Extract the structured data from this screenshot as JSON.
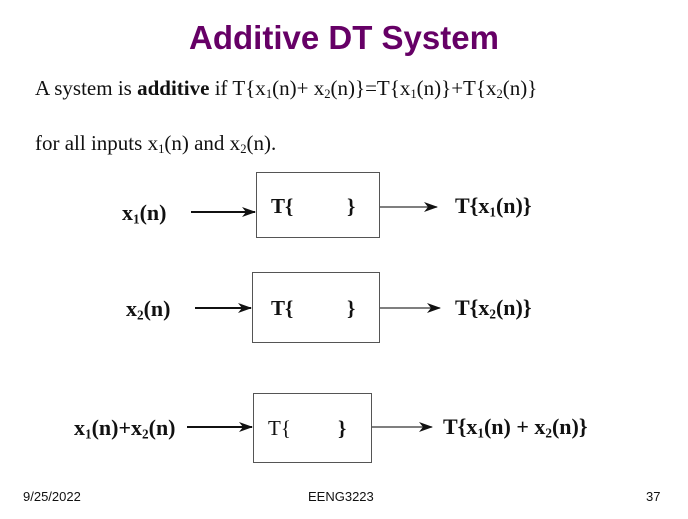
{
  "slide": {
    "title": "Additive DT System",
    "title_color": "#660066",
    "definition": {
      "prefix": "A system is ",
      "bold_word": "additive",
      "middle": " if T{x",
      "s1": "1",
      "p1": "(n)+ x",
      "s2": "2",
      "p2": "(n)}=T{x",
      "s3": "1",
      "p3": "(n)}+T{x",
      "s4": "2",
      "p4": "(n)}"
    },
    "forall": {
      "prefix": "for all inputs x",
      "s1": "1",
      "mid": "(n) and x",
      "s2": "2",
      "end": "(n)."
    },
    "diagrams": [
      {
        "input": {
          "pre": "x",
          "sub1": "1",
          "post": "(n)",
          "sub2": "",
          "post2": ""
        },
        "block_open": "T{",
        "block_close": "}",
        "output": {
          "pre": "T{x",
          "sub1": "1",
          "post": "(n)}",
          "sub2": "",
          "post2": ""
        }
      },
      {
        "input": {
          "pre": "x",
          "sub1": "2",
          "post": "(n)",
          "sub2": "",
          "post2": ""
        },
        "block_open": "T{",
        "block_close": "}",
        "output": {
          "pre": "T{x",
          "sub1": "2",
          "post": "(n)}",
          "sub2": "",
          "post2": ""
        }
      },
      {
        "input": {
          "pre": "x",
          "sub1": "1",
          "post": "(n)+x",
          "sub2": "2",
          "post2": "(n)"
        },
        "block_open": "T{",
        "block_close": "}",
        "output": {
          "pre": "T{x",
          "sub1": "1",
          "post": "(n) + x",
          "sub2": "2",
          "post2": "(n)}"
        }
      }
    ],
    "footer": {
      "date": "9/25/2022",
      "course": "EENG3223",
      "page": "37"
    }
  }
}
